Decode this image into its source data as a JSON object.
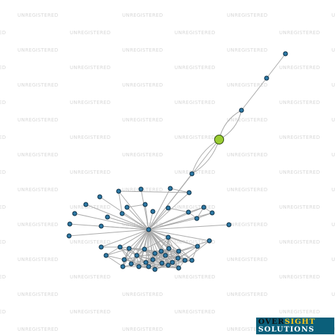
{
  "watermark": {
    "text": "UNREGISTERED"
  },
  "logo": {
    "line1_part1": "OVER",
    "line1_part2": "SIGHT",
    "line2": "SOLUTIONS"
  },
  "colors": {
    "node": "#2d78a4",
    "focus_node": "#9acd32",
    "edge": "#a9a9a9",
    "logo_bg": "#0b5f7a",
    "logo_accent": "#f6c21b"
  },
  "graph": {
    "node_count": 58,
    "focus_node": "highlighted green node"
  }
}
